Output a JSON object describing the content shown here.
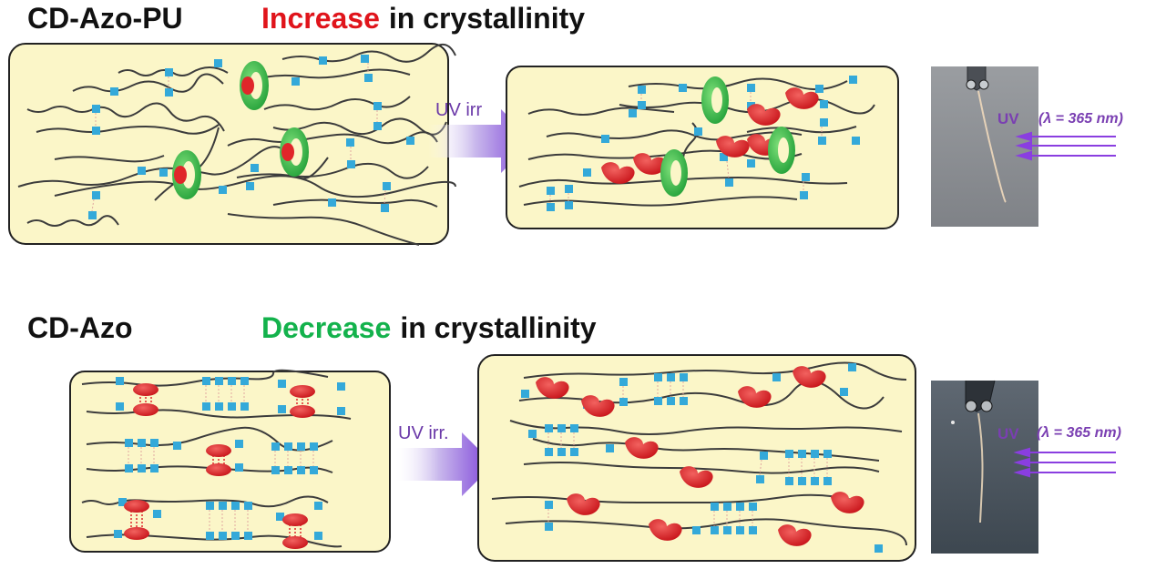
{
  "top": {
    "label": "CD-Azo-PU",
    "keyword": "Increase",
    "tail": "in crystallinity",
    "keyword_color": "#e0141b",
    "arrow_text": "UV irr",
    "uv_text": "UV",
    "wavelength_text": "(λ = 365 nm)"
  },
  "bottom": {
    "label": "CD-Azo",
    "keyword": "Decrease",
    "tail": "in crystallinity",
    "keyword_color": "#13b24c",
    "arrow_text": "UV irr.",
    "uv_text": "UV",
    "wavelength_text": "(λ = 365 nm)"
  },
  "colors": {
    "panel_fill": "#fbf6c8",
    "panel_stroke": "#222222",
    "chain": "#3c3c3c",
    "crosslink": "#34a9d9",
    "azo": "#e0262a",
    "cyclodextrin": "#3cc44a",
    "uv_light": "#8a3ee0",
    "photo_bg": "#8a8d92"
  },
  "icons": {
    "crosslink": "square-node-icon",
    "azo": "red-bean-icon",
    "cyclodextrin": "green-ring-icon",
    "arrow": "gradient-arrow-icon"
  }
}
